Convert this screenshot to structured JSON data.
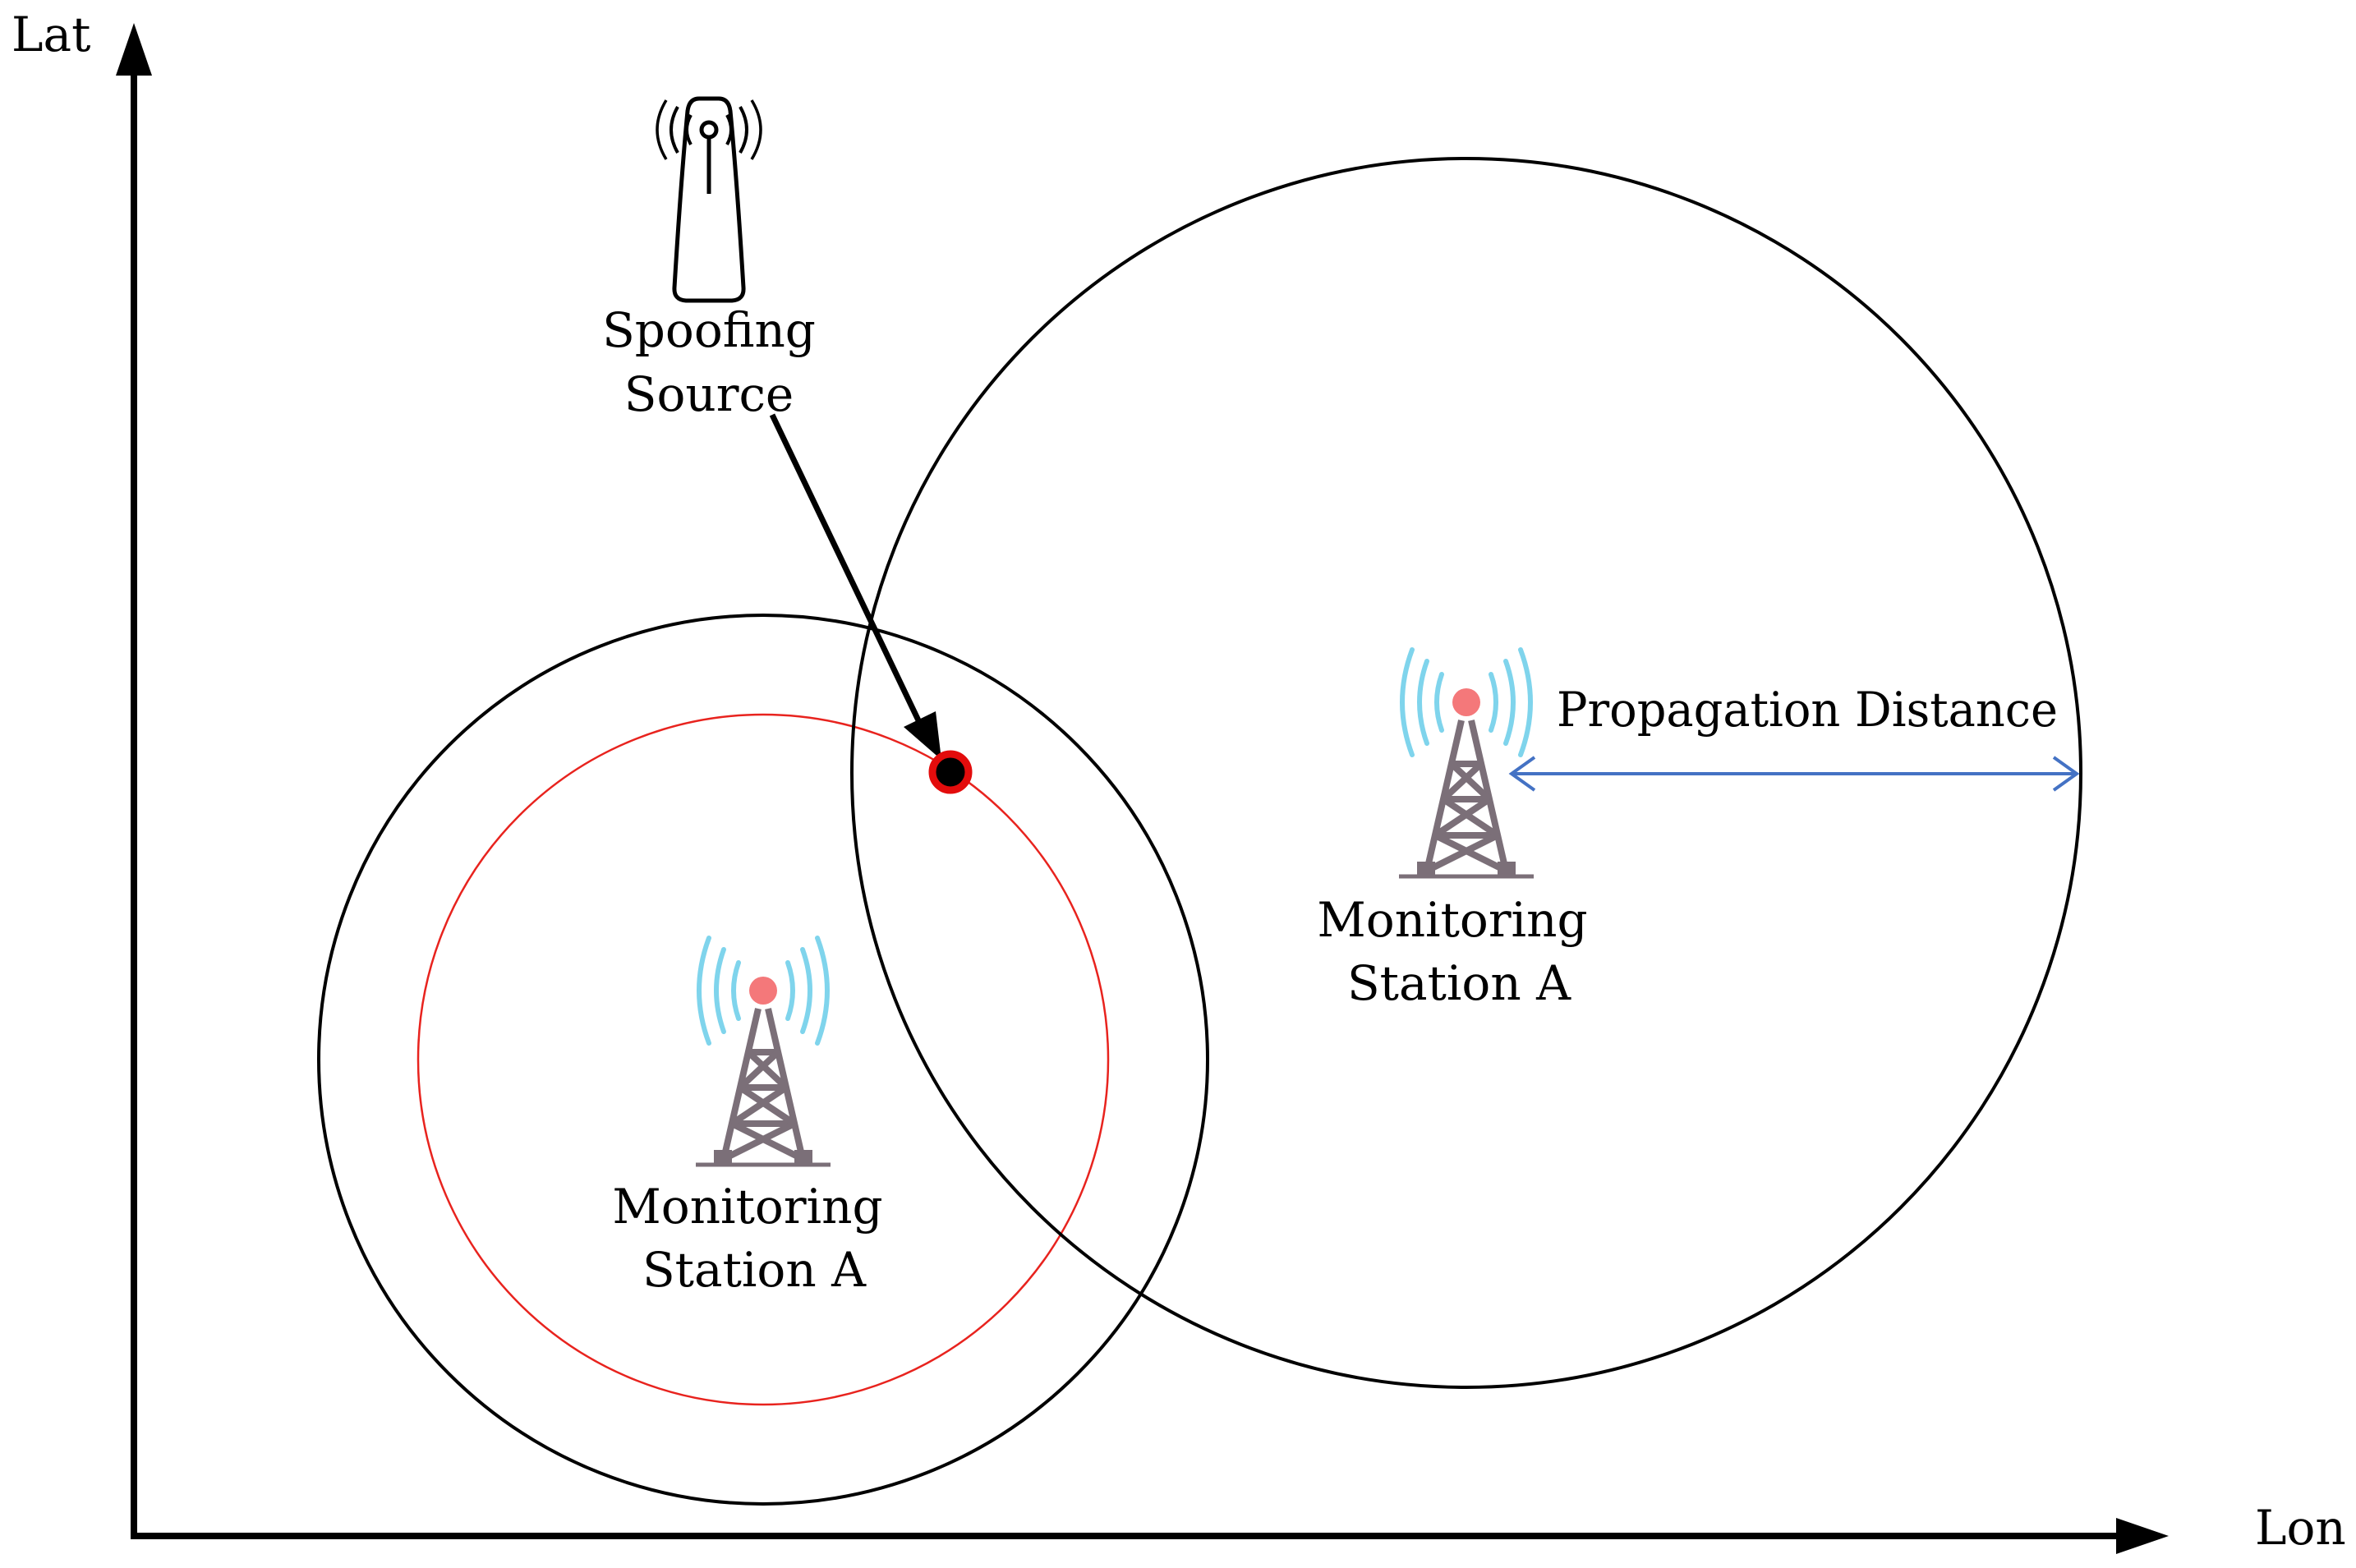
{
  "axes": {
    "y_label": "Lat",
    "x_label": "Lon"
  },
  "spoofing_source": {
    "label_line1": "Spoofing",
    "label_line2": "Source",
    "icon": "antenna-beacon-icon"
  },
  "station_left": {
    "label_line1": "Monitoring",
    "label_line2": "Station A",
    "icon": "radio-tower-icon"
  },
  "station_right": {
    "label_line1": "Monitoring",
    "label_line2": "Station A",
    "icon": "radio-tower-icon"
  },
  "propagation": {
    "label": "Propagation Distance"
  },
  "colors": {
    "axis": "#000000",
    "circle": "#000000",
    "inner_circle": "#e8231e",
    "arrow_blue": "#4472c4",
    "signal_waves": "#7fd4ec",
    "tower": "#7b6f78",
    "tower_beacon": "#f4787a",
    "target_fill": "#000000",
    "target_ring": "#e30c0c"
  }
}
